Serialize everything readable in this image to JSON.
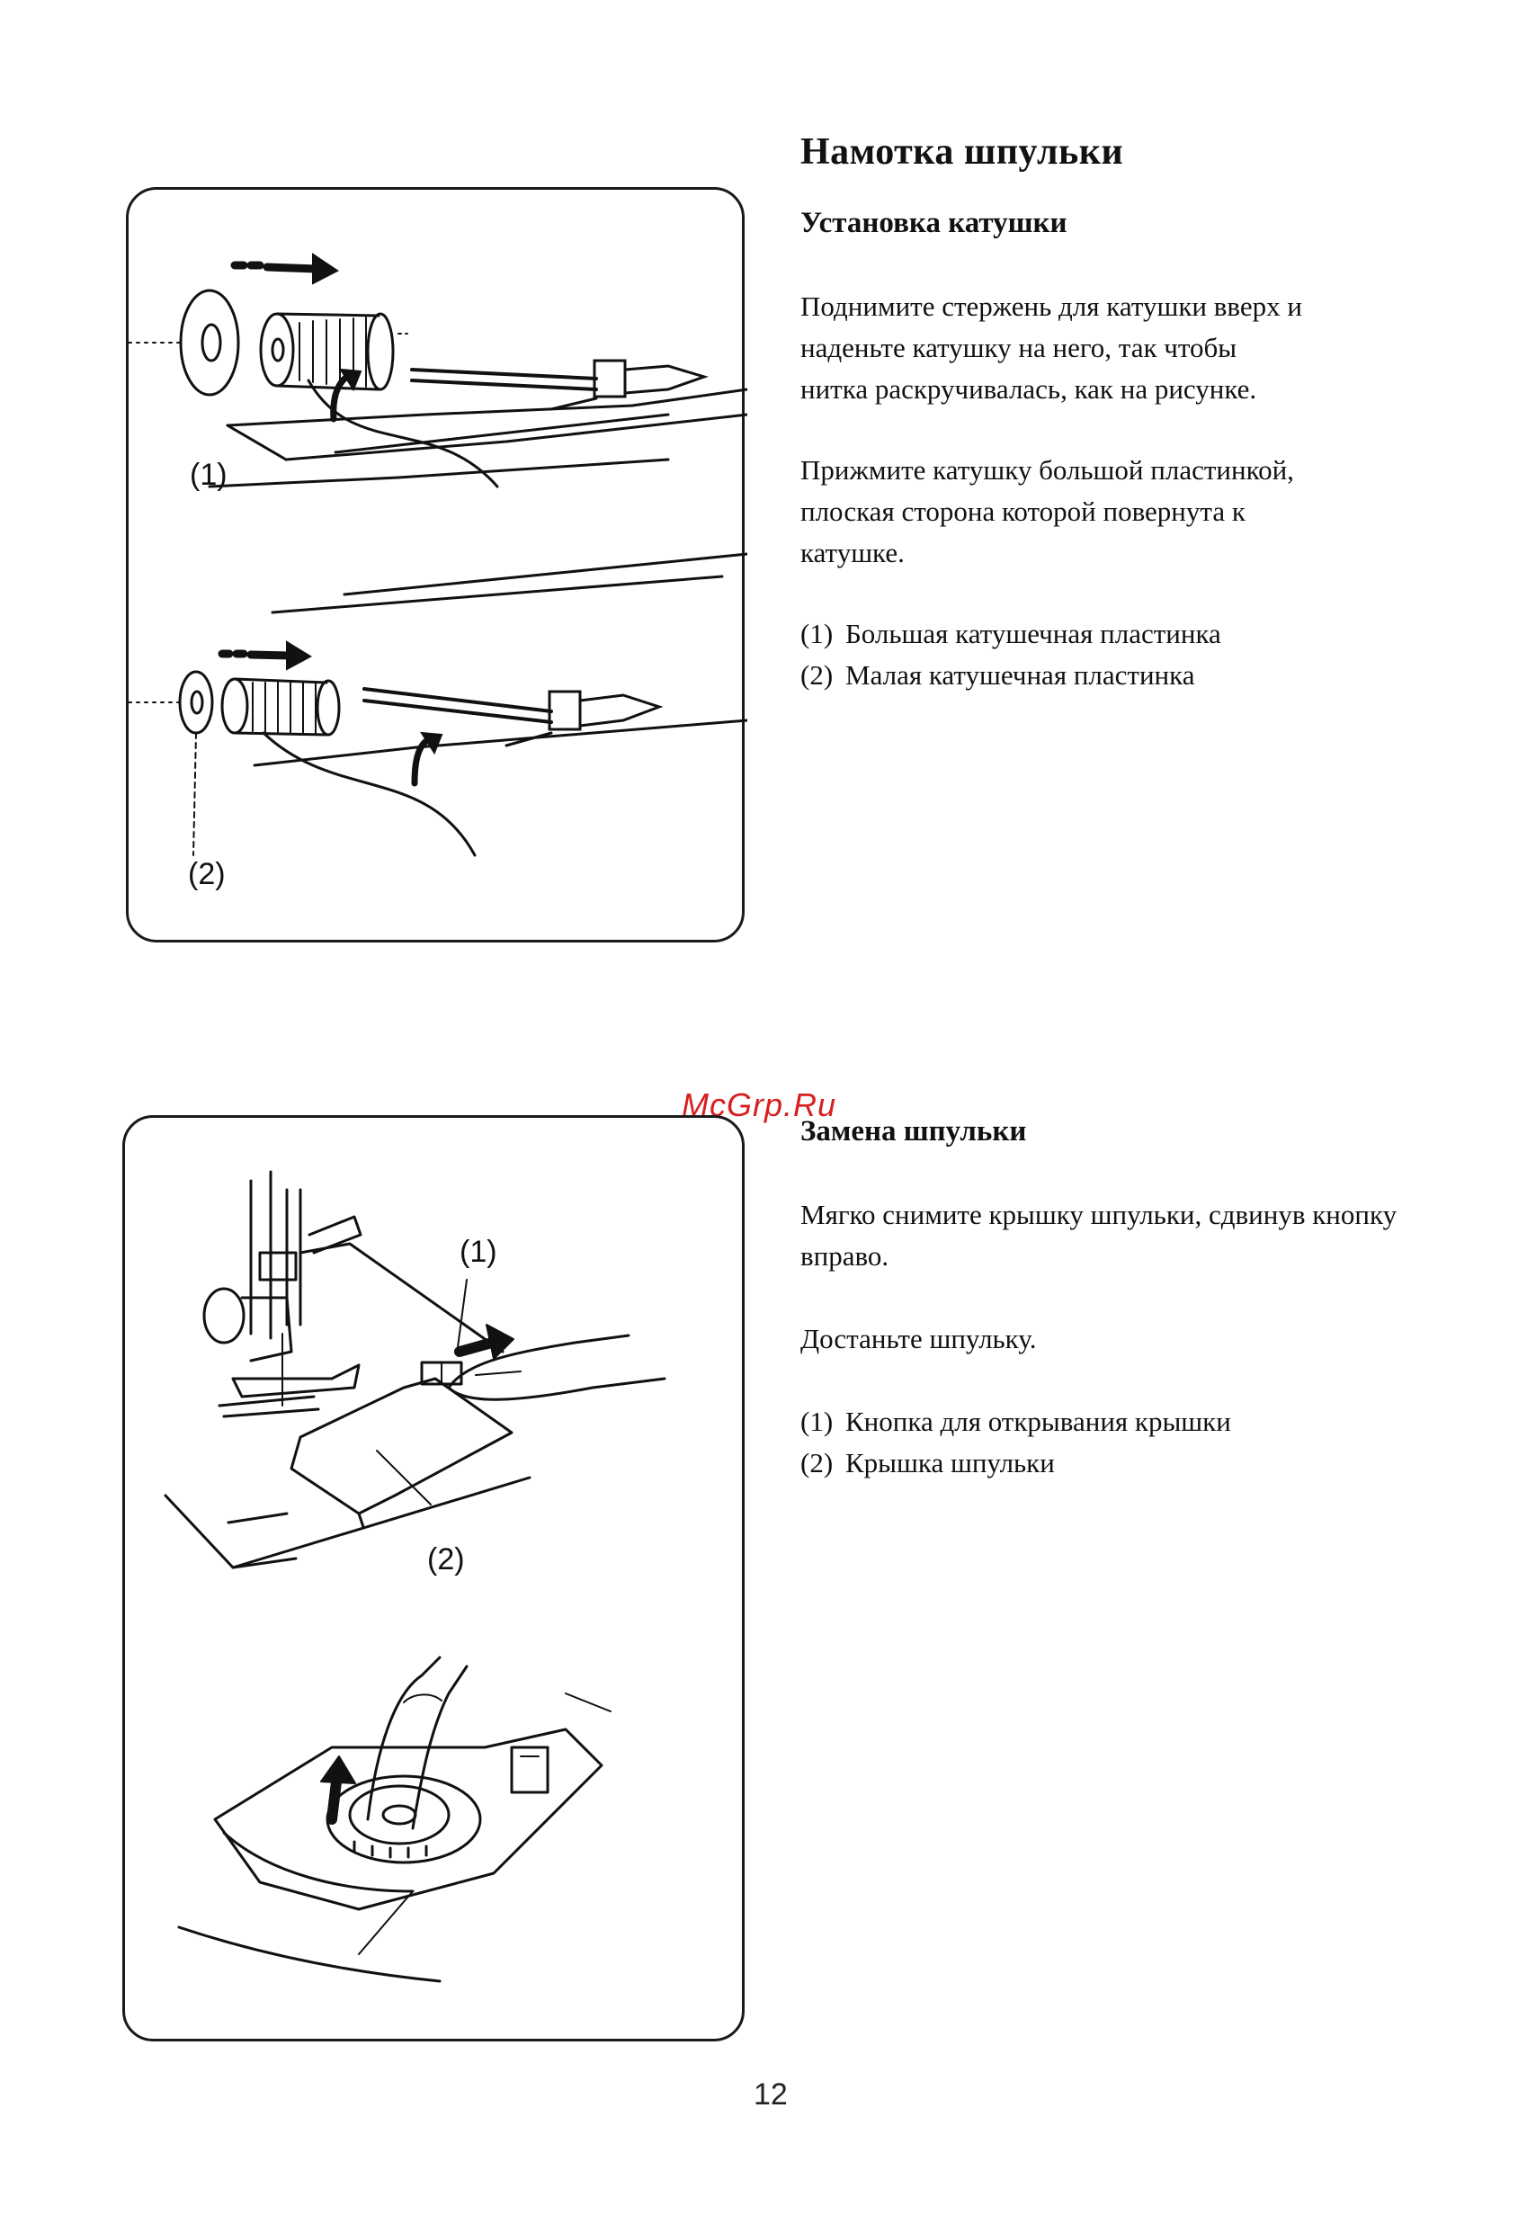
{
  "watermark": "McGrp.Ru",
  "page_number": "12",
  "section1": {
    "title": "Намотка шпульки",
    "subtitle": "Установка катушки",
    "paragraph1": [
      "Поднимите стержень для катушки вверх и",
      "наденьте катушку на него, так чтобы",
      "нитка раскручивалась, как на рисунке."
    ],
    "paragraph2": [
      "Прижмите катушку большой пластинкой,",
      "плоская сторона которой повернута  к",
      "катушке."
    ],
    "items": [
      {
        "num": "(1)",
        "text": "Большая катушечная пластинка"
      },
      {
        "num": "(2)",
        "text": "Малая катушечная пластинка"
      }
    ],
    "figure_callouts": [
      "(1)",
      "(2)"
    ]
  },
  "section2": {
    "subtitle": "Замена шпульки",
    "paragraph1": [
      "Мягко снимите крышку шпульки, сдвинув кнопку",
      "вправо."
    ],
    "paragraph2": [
      "Достаньте шпульку."
    ],
    "items": [
      {
        "num": "(1)",
        "text": "Кнопка для открывания крышки"
      },
      {
        "num": "(2)",
        "text": "Крышка шпульки"
      }
    ],
    "figure_callouts": [
      "(1)",
      "(2)"
    ]
  }
}
